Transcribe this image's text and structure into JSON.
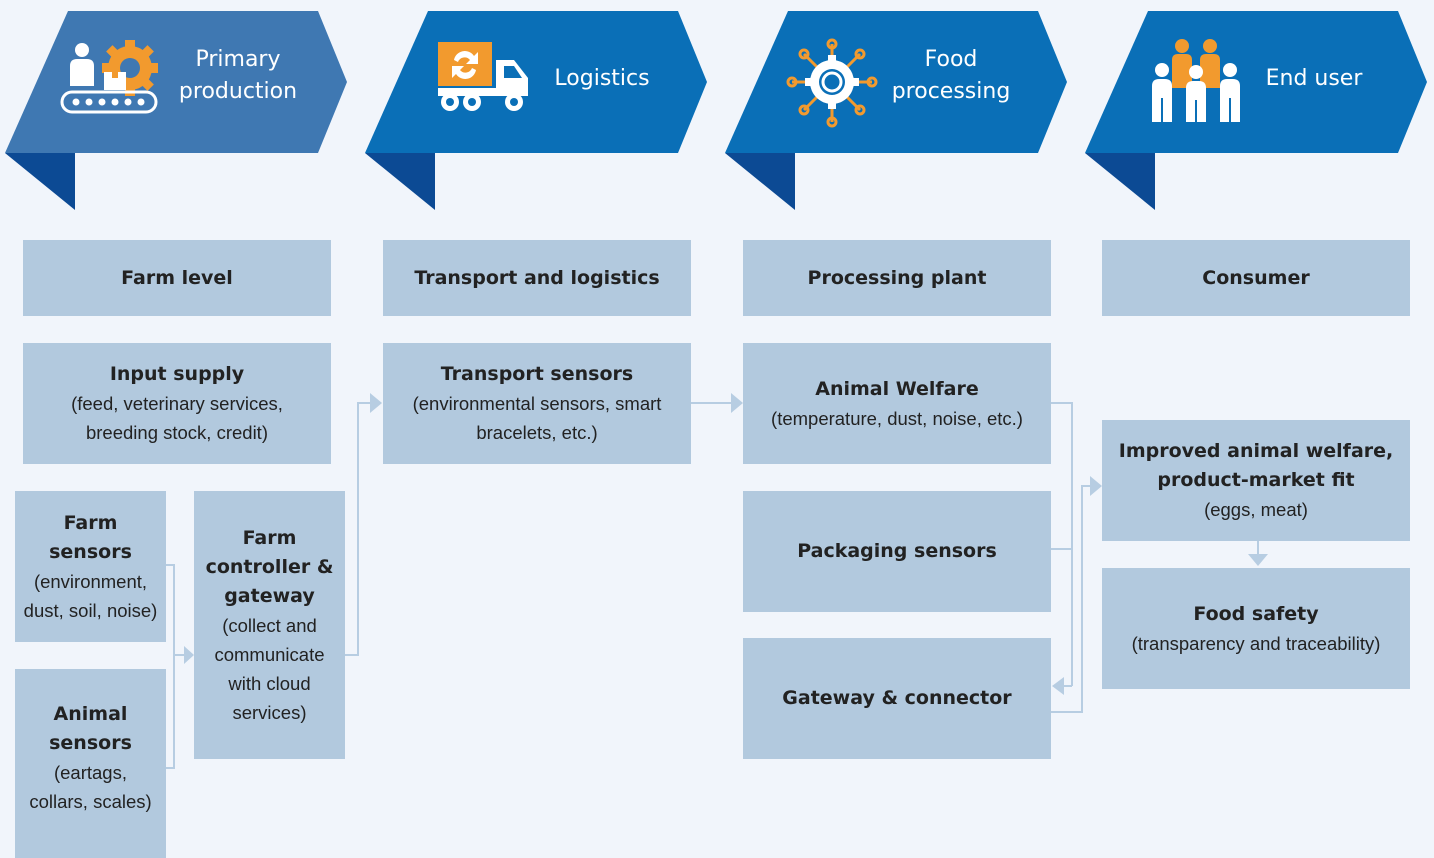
{
  "stages": [
    {
      "title_line1": "Primary",
      "title_line2": "production",
      "icon": "factory-conveyor-gear-icon"
    },
    {
      "title": "Logistics",
      "icon": "delivery-truck-icon"
    },
    {
      "title_line1": "Food",
      "title_line2": "processing",
      "icon": "processing-gear-hub-icon"
    },
    {
      "title": "End user",
      "icon": "people-group-icon"
    }
  ],
  "headers": [
    "Farm level",
    "Transport and logistics",
    "Processing plant",
    "Consumer"
  ],
  "boxes": {
    "input_supply": {
      "title": "Input supply",
      "sub1": "(feed, veterinary services,",
      "sub2": "breeding stock, credit)"
    },
    "farm_sensors": {
      "title1": "Farm",
      "title2": "sensors",
      "sub1": "(environment,",
      "sub2": "dust, soil, noise)"
    },
    "animal_sensors": {
      "title1": "Animal",
      "title2": "sensors",
      "sub1": "(eartags,",
      "sub2": "collars, scales)"
    },
    "farm_controller": {
      "title1": "Farm",
      "title2": "controller &",
      "title3": "gateway",
      "sub1": "(collect and",
      "sub2": "communicate",
      "sub3": "with cloud",
      "sub4": "services)"
    },
    "transport_sensors": {
      "title": "Transport sensors",
      "sub1": "(environmental sensors, smart",
      "sub2": "bracelets, etc.)"
    },
    "animal_welfare": {
      "title": "Animal Welfare",
      "sub": "(temperature, dust, noise, etc.)"
    },
    "packaging_sensors": {
      "title": "Packaging sensors"
    },
    "gateway_connector": {
      "title": "Gateway & connector"
    },
    "improved_welfare": {
      "title1": "Improved animal welfare,",
      "title2": "product-market fit",
      "sub": "(eggs, meat)"
    },
    "food_safety": {
      "title": "Food safety",
      "sub": "(transparency and traceability)"
    }
  },
  "colors": {
    "stage1": "#3f78b2",
    "stage2": "#0a6fb7",
    "stage_shadow": "#0c4a94",
    "box": "#b2c9de",
    "connector": "#b7cde2",
    "icon_orange": "#f29a2e",
    "background": "#f1f5fb"
  }
}
